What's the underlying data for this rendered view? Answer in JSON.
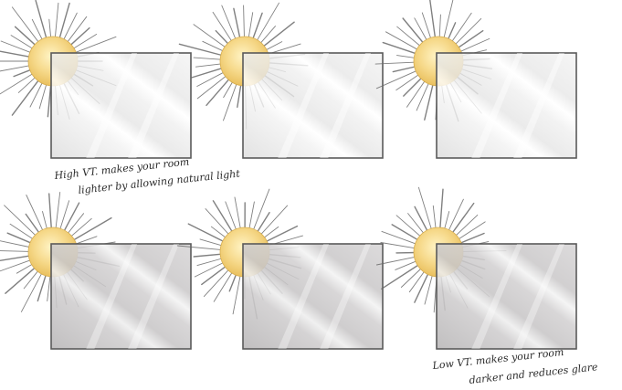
{
  "title": "",
  "colors": {
    "background": "#ffffff",
    "window_frame": "#5a5a5a",
    "sun_core": "#f4d27a",
    "sun_rays": "#6b6b6b",
    "glass_high_vt": "#ececec",
    "glass_low_vt": "#cdcbcc"
  },
  "windows": [
    {
      "row": 1,
      "column": 1,
      "visible_transmittance": "high"
    },
    {
      "row": 1,
      "column": 2,
      "visible_transmittance": "high"
    },
    {
      "row": 1,
      "column": 3,
      "visible_transmittance": "high"
    },
    {
      "row": 2,
      "column": 1,
      "visible_transmittance": "low"
    },
    {
      "row": 2,
      "column": 2,
      "visible_transmittance": "low"
    },
    {
      "row": 2,
      "column": 3,
      "visible_transmittance": "low"
    }
  ],
  "captions": {
    "high_vt_line1": "High VT. makes your room",
    "high_vt_line2": "lighter by allowing natural light",
    "low_vt_line1": "Low VT. makes your room",
    "low_vt_line2": "darker and reduces glare"
  }
}
